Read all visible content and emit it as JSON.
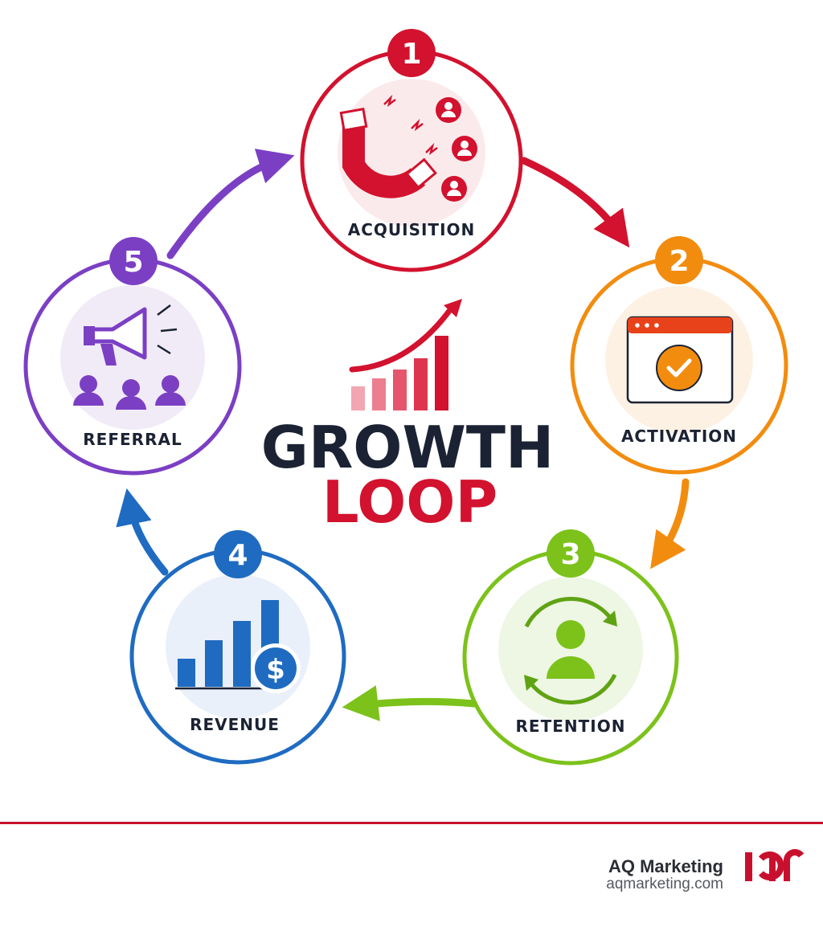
{
  "title": {
    "line1": "GROWTH",
    "line2": "LOOP"
  },
  "stages": [
    {
      "number": "1",
      "label": "ACQUISITION",
      "color": "#d2122e",
      "icon": "magnet-attracting-users-icon"
    },
    {
      "number": "2",
      "label": "ACTIVATION",
      "color": "#f28c0f",
      "icon": "browser-checkmark-icon"
    },
    {
      "number": "3",
      "label": "RETENTION",
      "color": "#7cc21b",
      "icon": "user-cycle-icon"
    },
    {
      "number": "4",
      "label": "REVENUE",
      "color": "#1f6bc1",
      "icon": "bar-chart-dollar-icon"
    },
    {
      "number": "5",
      "label": "REFERRAL",
      "color": "#7b3fc4",
      "icon": "megaphone-users-icon"
    }
  ],
  "footer": {
    "brand": "AQ Marketing",
    "url": "aqmarketing.com",
    "accent_color": "#c8102e"
  }
}
